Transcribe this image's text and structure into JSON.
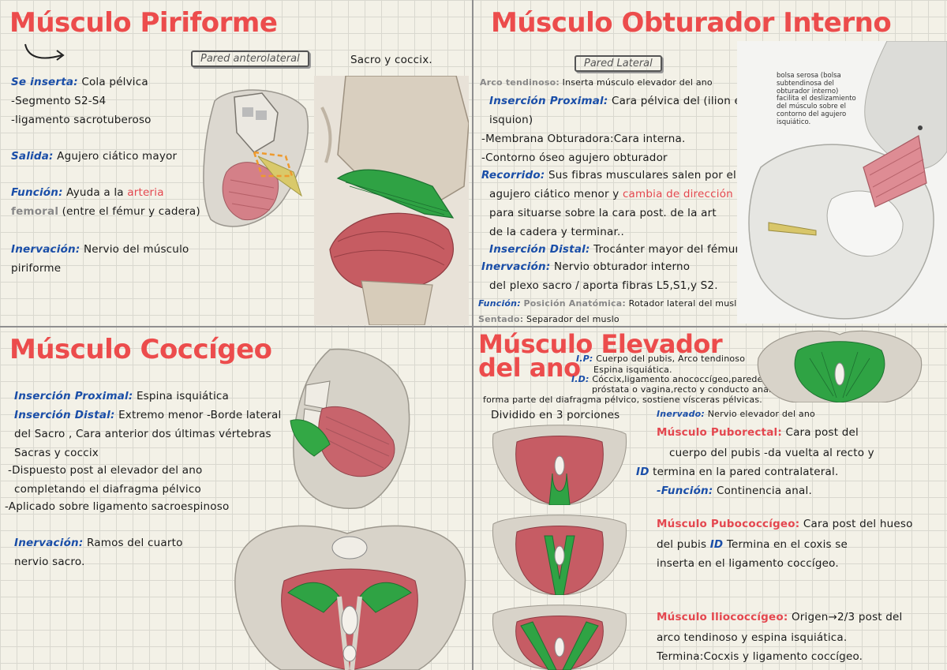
{
  "piriforme": {
    "title": "Músculo Piriforme",
    "badge": "Pared anterolateral",
    "badge_note": "Sacro y coccix.",
    "insercion_label": "Se inserta:",
    "insercion_text": "Cola pélvica",
    "line2": "-Segmento S2-S4",
    "line3": "-ligamento sacrotuberoso",
    "salida_label": "Salida:",
    "salida_text": "Agujero ciático mayor",
    "funcion_label": "Función:",
    "funcion_text": "Ayuda a la",
    "funcion_red": "arteria",
    "funcion_gray": "femoral",
    "funcion_tail": "(entre el fémur y cadera)",
    "inervacion_label": "Inervación:",
    "inervacion_text": "Nervio del músculo",
    "inervacion_text2": "piriforme"
  },
  "obturador": {
    "title": "Músculo Obturador Interno",
    "badge": "Pared Lateral",
    "line1_gray": "Arco tendinoso:",
    "line1_text": "Inserta músculo elevador del ano",
    "ip_label": "Inserción Proximal:",
    "ip_text": "Cara pélvica del (ilion e",
    "ip_text2": "isquion)",
    "line4": "-Membrana Obturadora:Cara interna.",
    "line5": "-Contorno óseo agujero obturador",
    "recorrido_label": "Recorrido:",
    "recorrido_text": "Sus fibras musculares salen por el",
    "recorrido_text2": "agujero ciático menor y",
    "recorrido_red": "cambia de dirección",
    "recorrido_text3": "para situarse sobre la cara post. de la art",
    "recorrido_text4": "de la cadera y terminar..",
    "id_label": "Inserción Distal:",
    "id_text": "Trocánter mayor del fémur",
    "inervacion_label": "Inervación:",
    "inervacion_text": "Nervio obturador interno",
    "inervacion_text2": "del plexo sacro / aporta fibras L5,S1,y S2.",
    "funcion_label": "Función:",
    "funcion_gray": "Posición Anatómica:",
    "funcion_text": "Rotador lateral del muslo",
    "sentado_label": "Sentado:",
    "sentado_text": "Separador del muslo",
    "bursa_note": "bolsa serosa (bolsa\nsubtendinosa del\nobturador interno)\nfacilita el deslizamiento\ndel músculo sobre el\ncontorno del agujero\nisquiático."
  },
  "coccigeo": {
    "title": "Músculo Coccígeo",
    "ip_label": "Inserción Proximal:",
    "ip_text": "Espina isquiática",
    "id_label": "Inserción Distal:",
    "id_text": "Extremo menor -Borde lateral",
    "id_text2": "del Sacro , Cara anterior dos últimas vértebras",
    "id_text3": "Sacras y coccix",
    "line4": "-Dispuesto post al elevador del ano",
    "line5": "completando el diafragma pélvico",
    "line6": "-Aplicado sobre ligamento sacroespinoso",
    "inervacion_label": "Inervación:",
    "inervacion_text": "Ramos del cuarto",
    "inervacion_text2": "nervio sacro."
  },
  "elevador": {
    "title_line1": "Músculo Elevador",
    "title_line2": "del ano",
    "ip_label": "I.P:",
    "ip_text": "Cuerpo del pubis, Arco tendinoso",
    "ip_text2": "Espina isquiática.",
    "id_label": "I.D:",
    "id_text": "Cóccix,ligamento anococcígeo,paredes de la",
    "id_text2": "próstata o vagina,recto y conducto anal",
    "note": "forma parte del diafragma pélvico, sostiene vísceras pélvicas.",
    "dividido": "Dividido en 3 porciones",
    "inervado_label": "Inervado:",
    "inervado_text": "Nervio elevador del ano",
    "pubo_label": "Músculo Puborectal:",
    "pubo_text": "Cara post del",
    "pubo_text2": "cuerpo del pubis -da vuelta al recto y",
    "pubo_id": "ID",
    "pubo_text3": "termina en la pared contralateral.",
    "pubo_func_label": "-Función:",
    "pubo_func_text": "Continencia anal.",
    "pc_label": "Músculo Pubococcígeo:",
    "pc_text": "Cara post del hueso",
    "pc_text2": "del pubis",
    "pc_id": "ID",
    "pc_text3": "Termina en el coxis se",
    "pc_text4": "inserta en el ligamento coccígeo.",
    "il_label": "Músculo Iliococcígeo:",
    "il_text": "Origen→2/3 post del",
    "il_text2": "arco tendinoso y espina isquiática.",
    "il_text3": "Termina:Cocxis y ligamento coccígeo."
  },
  "colors": {
    "title_red": "#ec4c4c",
    "label_blue": "#1a4ea8",
    "muscle_red": "#c85a5a",
    "muscle_green": "#2ea43e",
    "bone": "#d8d4cc"
  }
}
